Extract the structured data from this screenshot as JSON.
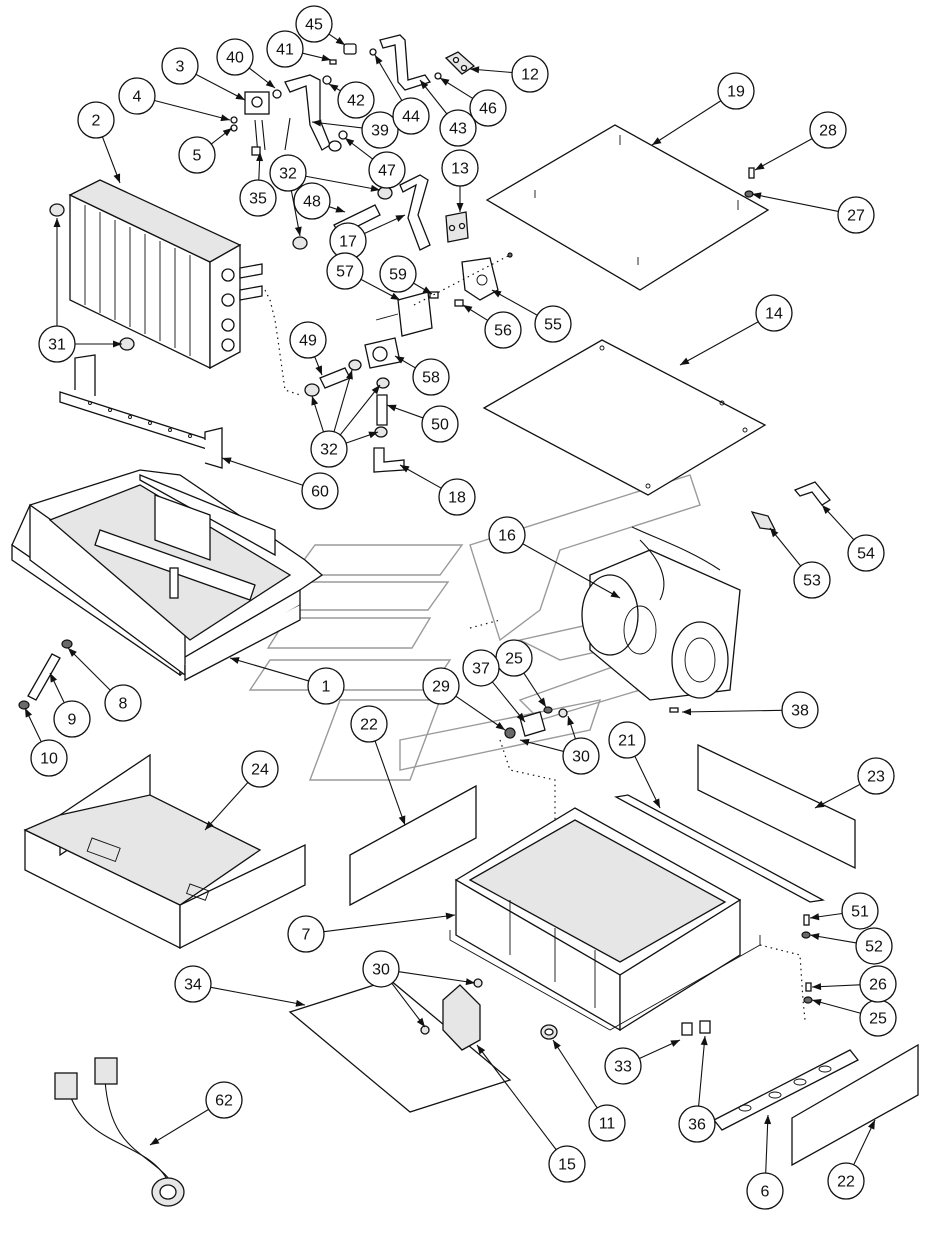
{
  "callouts": [
    {
      "id": "c1",
      "label": "1"
    },
    {
      "id": "c2",
      "label": "2"
    },
    {
      "id": "c3",
      "label": "3"
    },
    {
      "id": "c4",
      "label": "4"
    },
    {
      "id": "c5",
      "label": "5"
    },
    {
      "id": "c6",
      "label": "6"
    },
    {
      "id": "c7",
      "label": "7"
    },
    {
      "id": "c8",
      "label": "8"
    },
    {
      "id": "c9",
      "label": "9"
    },
    {
      "id": "c10",
      "label": "10"
    },
    {
      "id": "c11",
      "label": "11"
    },
    {
      "id": "c12",
      "label": "12"
    },
    {
      "id": "c13",
      "label": "13"
    },
    {
      "id": "c14",
      "label": "14"
    },
    {
      "id": "c15",
      "label": "15"
    },
    {
      "id": "c16",
      "label": "16"
    },
    {
      "id": "c17",
      "label": "17"
    },
    {
      "id": "c18",
      "label": "18"
    },
    {
      "id": "c19",
      "label": "19"
    },
    {
      "id": "c21",
      "label": "21"
    },
    {
      "id": "c22a",
      "label": "22"
    },
    {
      "id": "c22b",
      "label": "22"
    },
    {
      "id": "c23",
      "label": "23"
    },
    {
      "id": "c24",
      "label": "24"
    },
    {
      "id": "c25a",
      "label": "25"
    },
    {
      "id": "c25b",
      "label": "25"
    },
    {
      "id": "c26",
      "label": "26"
    },
    {
      "id": "c27",
      "label": "27"
    },
    {
      "id": "c28",
      "label": "28"
    },
    {
      "id": "c29",
      "label": "29"
    },
    {
      "id": "c30a",
      "label": "30"
    },
    {
      "id": "c30b",
      "label": "30"
    },
    {
      "id": "c31",
      "label": "31"
    },
    {
      "id": "c32a",
      "label": "32"
    },
    {
      "id": "c32b",
      "label": "32"
    },
    {
      "id": "c33",
      "label": "33"
    },
    {
      "id": "c34",
      "label": "34"
    },
    {
      "id": "c35",
      "label": "35"
    },
    {
      "id": "c36",
      "label": "36"
    },
    {
      "id": "c37",
      "label": "37"
    },
    {
      "id": "c38",
      "label": "38"
    },
    {
      "id": "c39",
      "label": "39"
    },
    {
      "id": "c40",
      "label": "40"
    },
    {
      "id": "c41",
      "label": "41"
    },
    {
      "id": "c42",
      "label": "42"
    },
    {
      "id": "c43",
      "label": "43"
    },
    {
      "id": "c44",
      "label": "44"
    },
    {
      "id": "c45",
      "label": "45"
    },
    {
      "id": "c46",
      "label": "46"
    },
    {
      "id": "c47",
      "label": "47"
    },
    {
      "id": "c48",
      "label": "48"
    },
    {
      "id": "c49",
      "label": "49"
    },
    {
      "id": "c50",
      "label": "50"
    },
    {
      "id": "c51",
      "label": "51"
    },
    {
      "id": "c52",
      "label": "52"
    },
    {
      "id": "c53",
      "label": "53"
    },
    {
      "id": "c54",
      "label": "54"
    },
    {
      "id": "c55",
      "label": "55"
    },
    {
      "id": "c56",
      "label": "56"
    },
    {
      "id": "c57",
      "label": "57"
    },
    {
      "id": "c58",
      "label": "58"
    },
    {
      "id": "c59",
      "label": "59"
    },
    {
      "id": "c60",
      "label": "60"
    },
    {
      "id": "c62",
      "label": "62"
    }
  ]
}
